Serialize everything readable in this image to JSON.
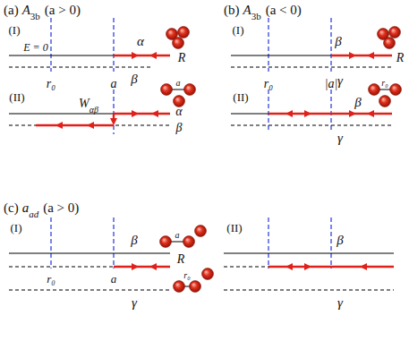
{
  "diagram": {
    "labels": [
      "(a)",
      "A",
      "3b",
      "(a > 0)",
      "(I)",
      "E = 0",
      "r₀",
      "a",
      "α",
      "R",
      "β",
      "a",
      "(II)",
      "W",
      "αβ",
      "α",
      "β",
      "(b)",
      "A",
      "3b",
      "(a < 0)",
      "(I)",
      "r₀",
      "|a|",
      "β",
      "R",
      "γ",
      "r₀",
      "(II)",
      "β",
      "γ",
      "(c)",
      "a",
      "ad",
      "(a > 0)",
      "(I)",
      "r₀",
      "a",
      "β",
      "R",
      "a",
      "γ",
      "r₀",
      "(II)",
      "β",
      "γ"
    ]
  }
}
